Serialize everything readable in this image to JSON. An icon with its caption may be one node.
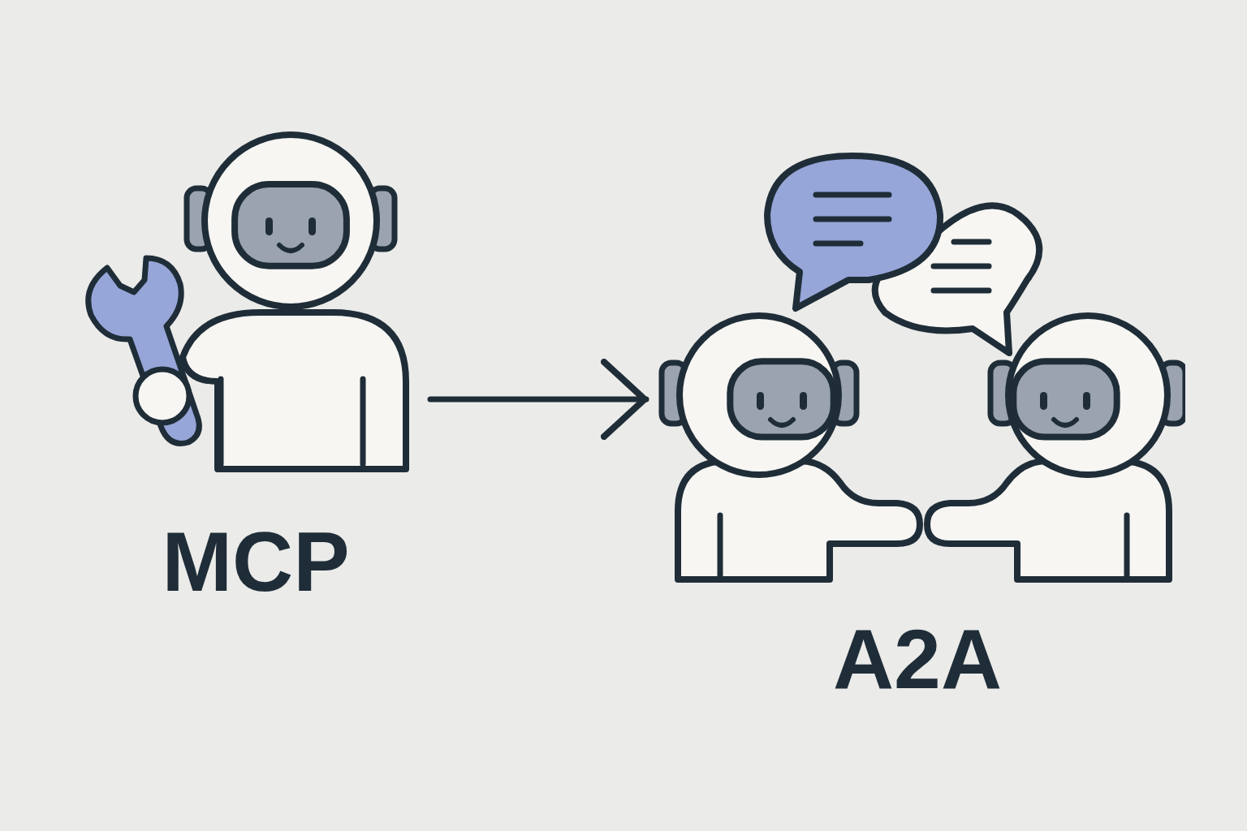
{
  "diagram": {
    "nodes": [
      {
        "text": [
          "MCP"
        ]
      },
      {
        "text": [
          "A2A"
        ]
      }
    ],
    "edges": [
      {
        "from": 0,
        "to": 1,
        "arrow": "to"
      }
    ]
  }
}
